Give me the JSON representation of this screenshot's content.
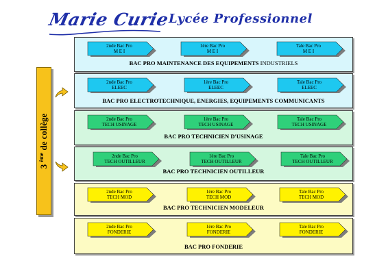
{
  "header": {
    "signature": "Marie Curie",
    "school": "Lycée Professionnel"
  },
  "side": {
    "label_num": "3",
    "label_sup": "ème",
    "label_rest": "de collège"
  },
  "colors": {
    "side_bar": "#f7c21b",
    "cyan": "#1ec8f0",
    "cyan_band": "#d8f6fc",
    "green": "#2fd07a",
    "green_band": "#d4f7df",
    "yellow": "#fff200",
    "yellow_band": "#fdfbc3",
    "header_blue": "#1f2fa8"
  },
  "bands": [
    {
      "title": "BAC PRO  MAINTENANCE DES EQUIPEMENTS",
      "title_suffix": "INDUSTRIELS",
      "theme": "cyan",
      "steps": [
        {
          "level": "2nde Bac Pro",
          "code": "M E I"
        },
        {
          "level": "1ère Bac Pro",
          "code": "M E I"
        },
        {
          "level": "Tale  Bac Pro",
          "code": "M E I"
        }
      ]
    },
    {
      "title": "BAC PRO  ELECTROTECHNIQUE, ENERGIES, EQUIPEMENTS  COMMUNICANTS",
      "title_suffix": "",
      "theme": "cyan",
      "steps": [
        {
          "level": "2nde Bac Pro",
          "code": "ELEEC"
        },
        {
          "level": "1ère Bac Pro",
          "code": "ELEEC"
        },
        {
          "level": "Tale  Bac Pro",
          "code": "ELEEC"
        }
      ]
    },
    {
      "title": "BAC PRO TECHNICIEN D'USINAGE",
      "title_suffix": "",
      "theme": "green",
      "steps": [
        {
          "level": "2nde Bac Pro",
          "code": "TECH USINAGE"
        },
        {
          "level": "1ère Bac Pro",
          "code": "TECH USINAGE"
        },
        {
          "level": "Tale  Bac Pro",
          "code": "TECH USINAGE"
        }
      ]
    },
    {
      "title": "BAC PRO TECHNICIEN OUTILLEUR",
      "title_suffix": "",
      "theme": "green",
      "steps": [
        {
          "level": "2nde Bac Pro",
          "code": "TECH   OUTILLEUR"
        },
        {
          "level": "1ère Bac Pro",
          "code": "TECH   OUTILLEUR"
        },
        {
          "level": "Tale  Bac Pro",
          "code": "TECH   OUTILLEUR"
        }
      ]
    },
    {
      "title": "BAC PRO TECHNICIEN MODELEUR",
      "title_suffix": "",
      "theme": "yellow",
      "steps": [
        {
          "level": "2nde Bac Pro",
          "code": "TECH   MOD"
        },
        {
          "level": "1ère Bac Pro",
          "code": "TECH   MOD"
        },
        {
          "level": "Tale  Bac Pro",
          "code": "TECH   MOD"
        }
      ]
    },
    {
      "title": "BAC PRO FONDERIE",
      "title_suffix": "",
      "theme": "yellow",
      "steps": [
        {
          "level": "2nde Bac Pro",
          "code": "FONDERIE"
        },
        {
          "level": "1ère Bac Pro",
          "code": "FONDERIE"
        },
        {
          "level": "Tale  Bac Pro",
          "code": "FONDERIE"
        }
      ]
    }
  ]
}
